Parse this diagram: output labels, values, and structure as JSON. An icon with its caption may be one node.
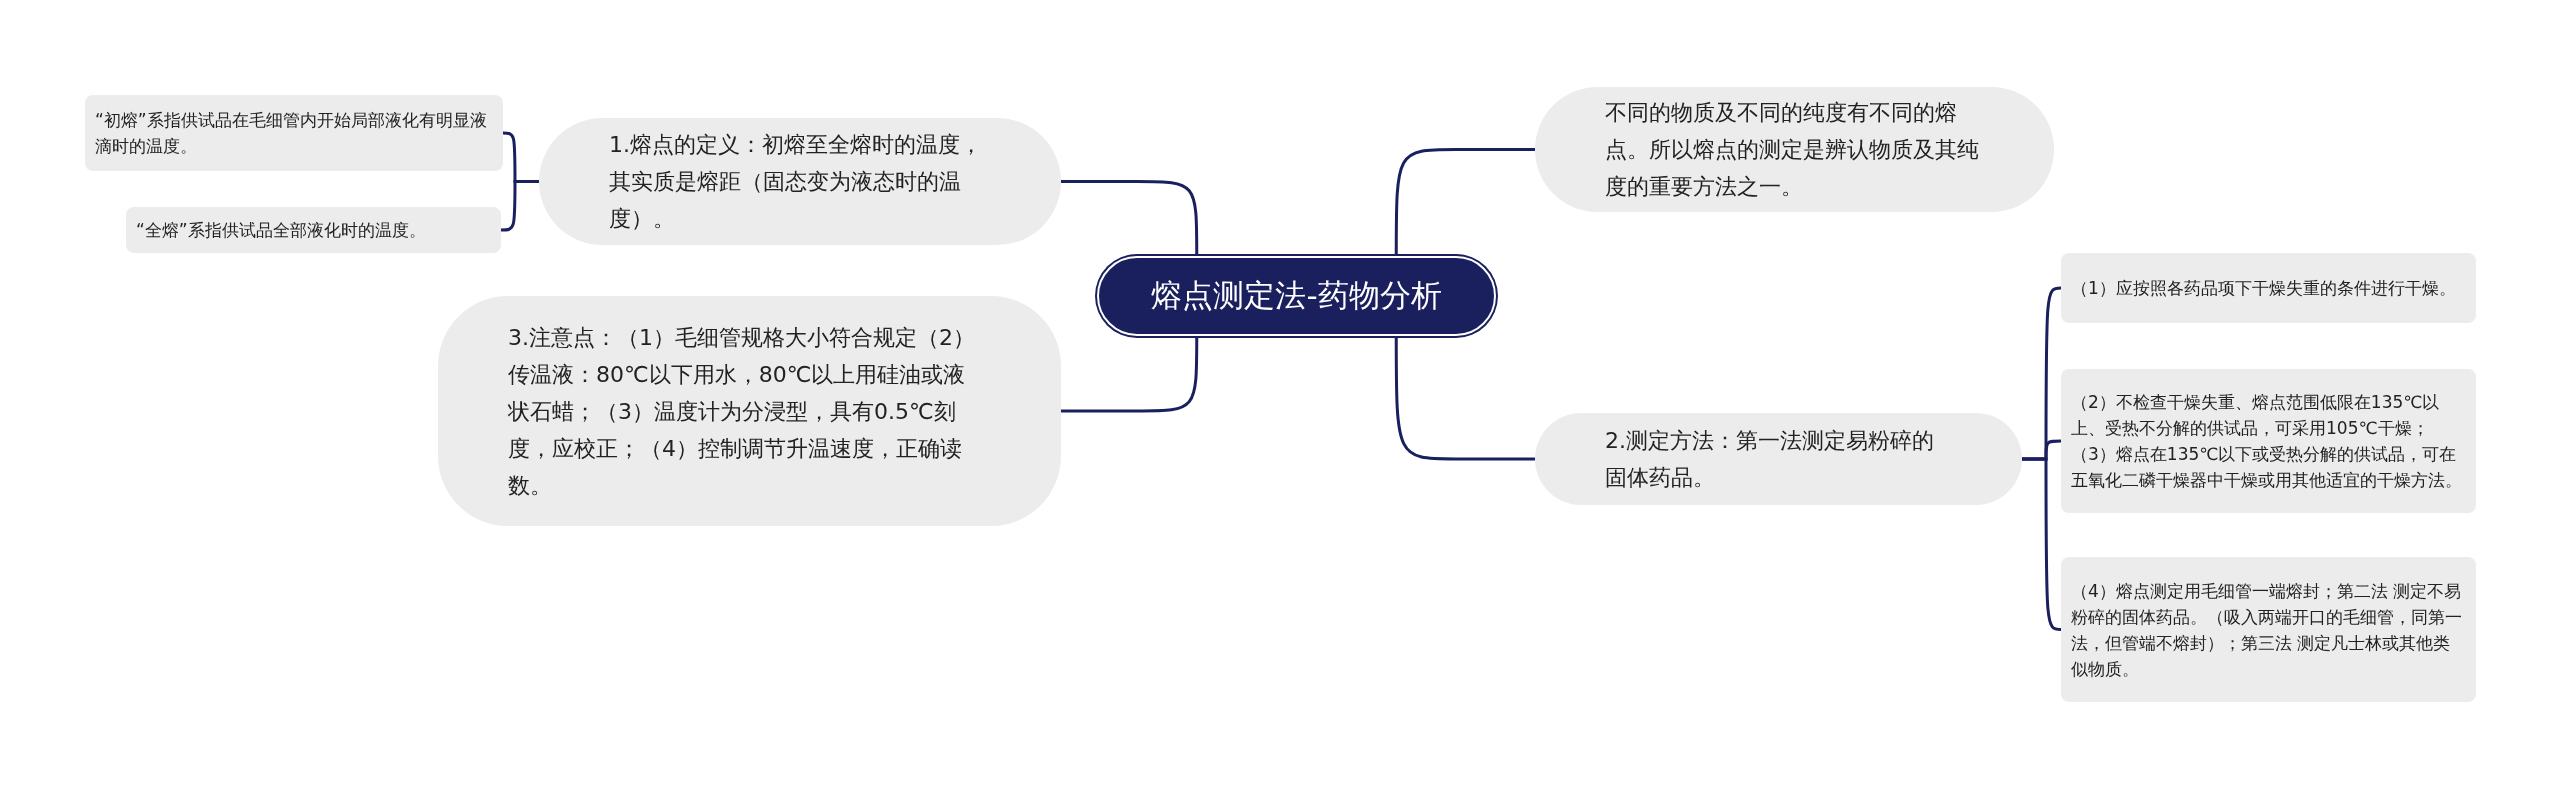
{
  "diagram": {
    "nodes": [
      {
        "text": [
          "熔点测定法-药物分析"
        ]
      },
      {
        "text": [
          "1.熔点的定义：初熔至全熔时的温度，其实质是熔距（固态变为液态时的温度）。"
        ]
      },
      {
        "text": [
          "“初熔”系指供试品在毛细管内开始局部液化有明显液滴时的温度。"
        ]
      },
      {
        "text": [
          "“全熔”系指供试品全部液化时的温度。"
        ]
      },
      {
        "text": [
          "3.注意点：（1）毛细管规格大小符合规定（2）传温液：80℃以下用水，80℃以上用硅油或液状石蜡；（3）温度计为分浸型，具有0.5℃刻度，应校正；（4）控制调节升温速度，正确读数。"
        ]
      },
      {
        "text": [
          "不同的物质及不同的纯度有不同的熔点。所以熔点的测定是辨认物质及其纯度的重要方法之一。"
        ]
      },
      {
        "text": [
          "2.测定方法：第一法测定易粉碎的固体药品。"
        ]
      },
      {
        "text": [
          "（1）应按照各药品项下干燥失重的条件进行干燥。"
        ]
      },
      {
        "text": [
          "（2）不检查干燥失重、熔点范围低限在135℃以上、受热不分解的供试品，可采用105℃干燥；（3）熔点在135℃以下或受热分解的供试品，可在五氧化二磷干燥器中干燥或用其他适宜的干燥方法。"
        ]
      },
      {
        "text": [
          "（4）熔点测定用毛细管一端熔封；第二法 测定不易粉碎的固体药品。（吸入两端开口的毛细管，同第一法，但管端不熔封）；第三法 测定凡士林或其他类似物质。"
        ]
      }
    ],
    "edges": [
      {
        "from": 0,
        "to": 1,
        "arrow": "none"
      },
      {
        "from": 1,
        "to": 2,
        "arrow": "none"
      },
      {
        "from": 1,
        "to": 3,
        "arrow": "none"
      },
      {
        "from": 0,
        "to": 4,
        "arrow": "none"
      },
      {
        "from": 0,
        "to": 5,
        "arrow": "none"
      },
      {
        "from": 0,
        "to": 6,
        "arrow": "none"
      },
      {
        "from": 6,
        "to": 7,
        "arrow": "none"
      },
      {
        "from": 6,
        "to": 8,
        "arrow": "none"
      },
      {
        "from": 6,
        "to": 9,
        "arrow": "none"
      }
    ]
  }
}
